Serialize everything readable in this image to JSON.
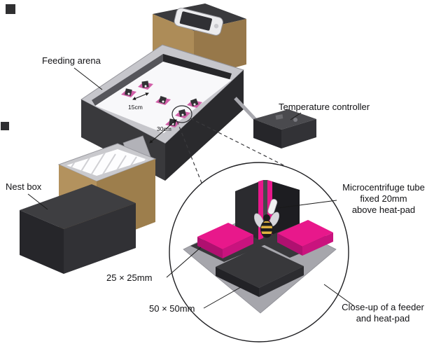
{
  "figure": {
    "labels": {
      "feeding_arena": "Feeding arena",
      "temperature_controller": "Temperature controller",
      "nest_box": "Nest box",
      "arena_dim_small": "15cm",
      "arena_dim_large": "30cm",
      "micro_line1": "Microcentrifuge tube",
      "micro_line2": "fixed 20mm",
      "micro_line3": "above heat-pad",
      "heat_pad_small": "25 × 25mm",
      "heat_pad_large": "50 × 50mm",
      "closeup_line1": "Close-up of a feeder",
      "closeup_line2": "and heat-pad"
    },
    "colors": {
      "heat_pad_magenta": "#E8188B",
      "box_wood": "#B3925E",
      "structure_dark": "#3A3A3D",
      "bee_yellow": "#E0B23F"
    }
  }
}
